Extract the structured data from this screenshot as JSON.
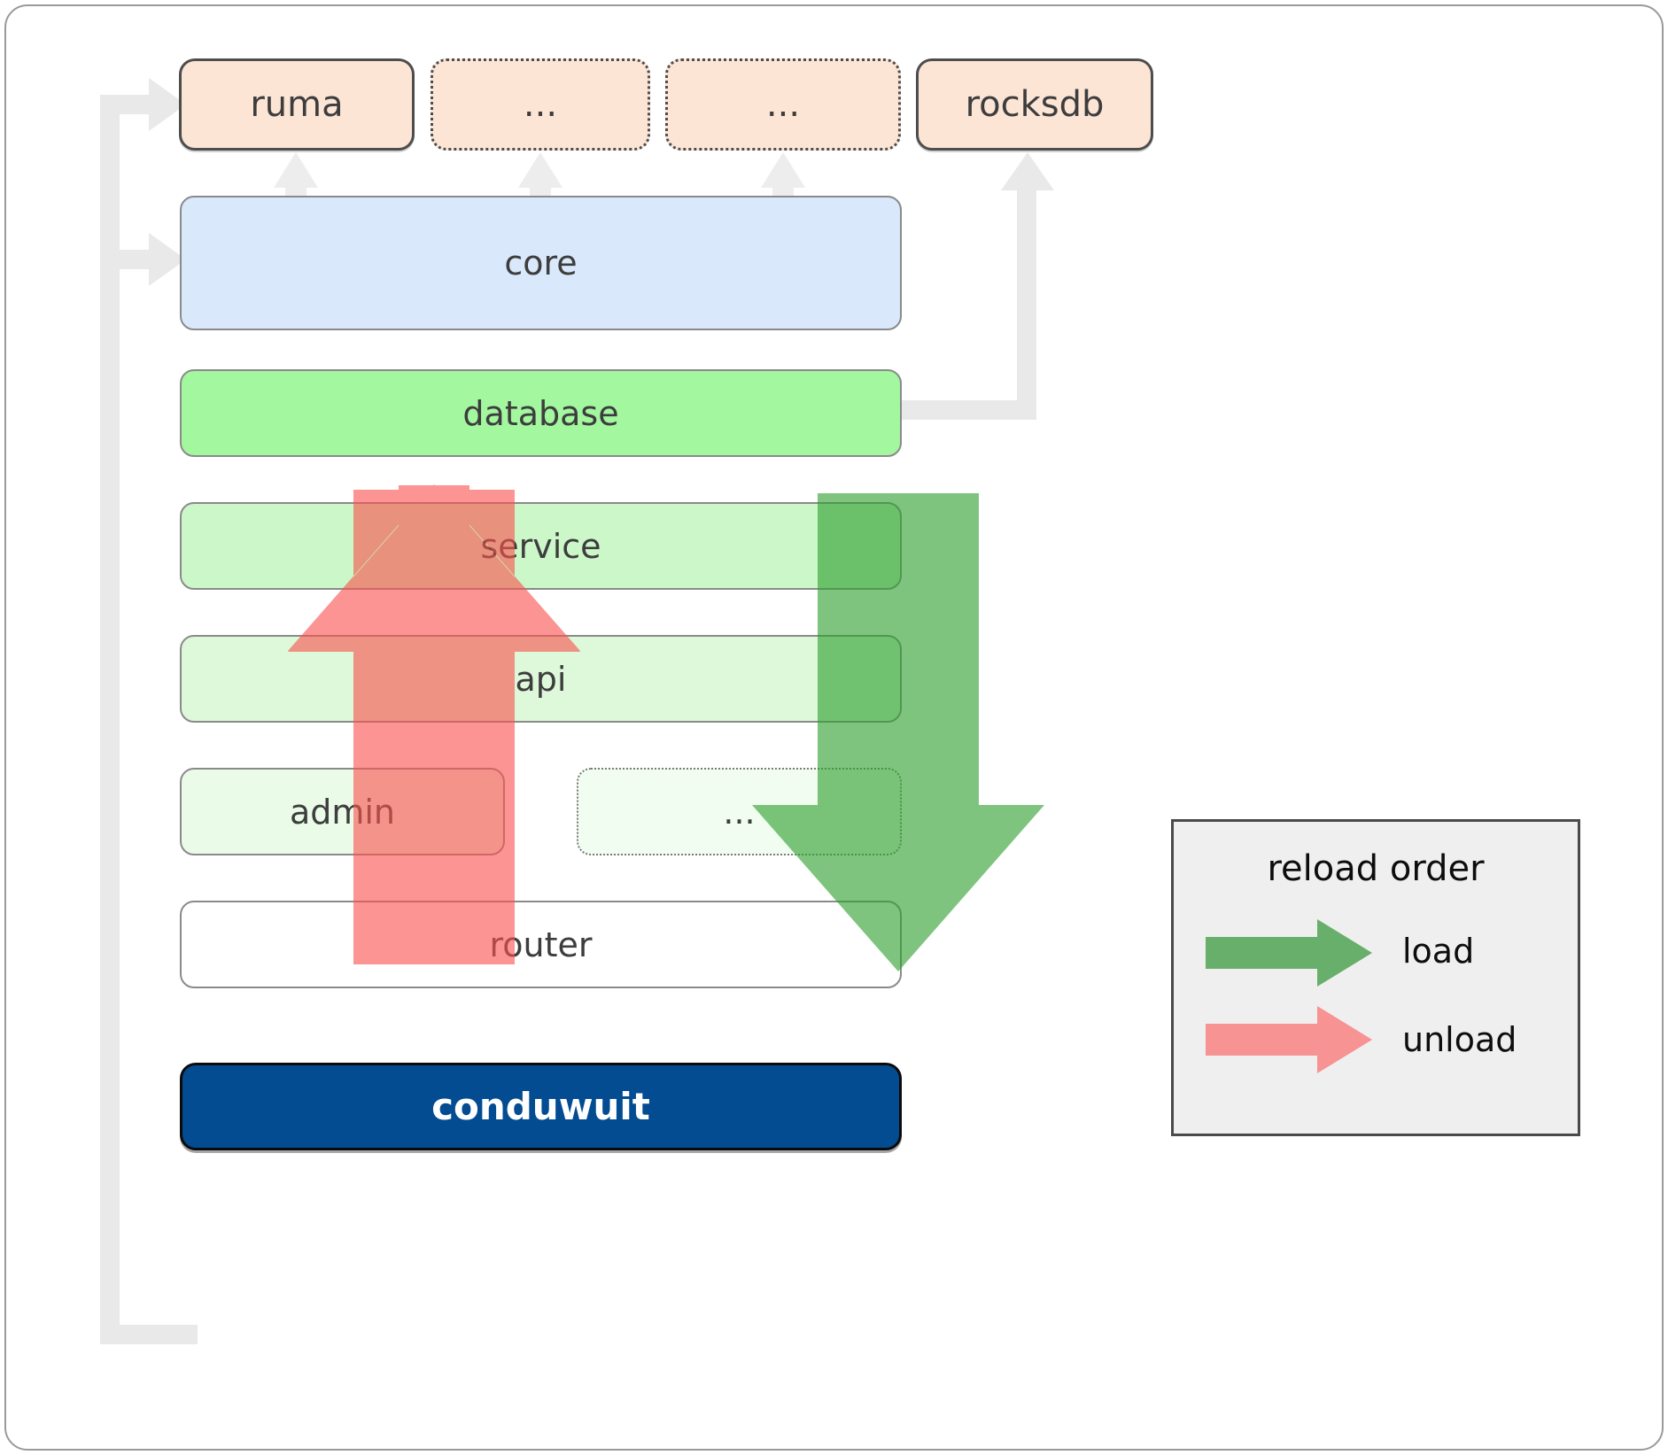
{
  "diagram": {
    "title": "conduwuit crate / reload order architecture",
    "dependencies": [
      {
        "label": "ruma",
        "style": "solid"
      },
      {
        "label": "...",
        "style": "dotted"
      },
      {
        "label": "...",
        "style": "dotted"
      },
      {
        "label": "rocksdb",
        "style": "solid"
      }
    ],
    "layers": [
      {
        "label": "core",
        "color": "#D9E8FB"
      },
      {
        "label": "database",
        "color": "#A2F79F"
      },
      {
        "label": "service",
        "color": "#CCF7C9"
      },
      {
        "label": "api",
        "color": "#DDF9DA"
      },
      {
        "label": "admin",
        "color": "#EAFBE8"
      },
      {
        "label": "...",
        "color": "#F1FDF0"
      },
      {
        "label": "router",
        "color": "#FFFFFF"
      }
    ],
    "root": {
      "label": "conduwuit",
      "color": "#034C92",
      "text_color": "#FFFFFF"
    },
    "legend": {
      "title": "reload order",
      "entries": [
        {
          "label": "load",
          "color": "#58A85B",
          "direction": "down"
        },
        {
          "label": "unload",
          "color": "#F88A8A",
          "direction": "up"
        }
      ]
    },
    "arrows": {
      "load_color": "#4CA54F",
      "unload_color": "#F97C7C",
      "connector_color": "#E8E8E8"
    }
  }
}
